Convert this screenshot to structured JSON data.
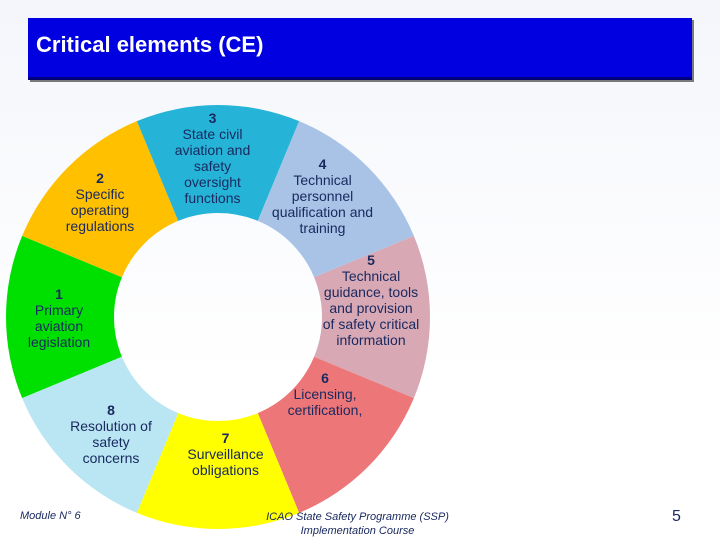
{
  "title": "Critical elements (CE)",
  "segments": [
    {
      "num": "1",
      "text": "Primary aviation legislation",
      "color": "#00e000"
    },
    {
      "num": "2",
      "text": "Specific operating regulations",
      "color": "#ffc000"
    },
    {
      "num": "3",
      "text": "State civil aviation and safety oversight functions",
      "color": "#25b4d8"
    },
    {
      "num": "4",
      "text": "Technical personnel qualification and training",
      "color": "#a9c3e6"
    },
    {
      "num": "5",
      "text": "Technical guidance, tools and provision of safety critical information",
      "color": "#d8a8b4"
    },
    {
      "num": "6",
      "text": "Licensing, certification,",
      "color": "#ed7678"
    },
    {
      "num": "7",
      "text": "Surveillance obligations",
      "color": "#ffff00"
    },
    {
      "num": "8",
      "text": "Resolution of safety concerns",
      "color": "#b9e6f2"
    }
  ],
  "footer": {
    "module": "Module N° 6",
    "course_line1": "ICAO State Safety Programme (SSP)",
    "course_line2": "Implementation Course",
    "page": "5"
  }
}
